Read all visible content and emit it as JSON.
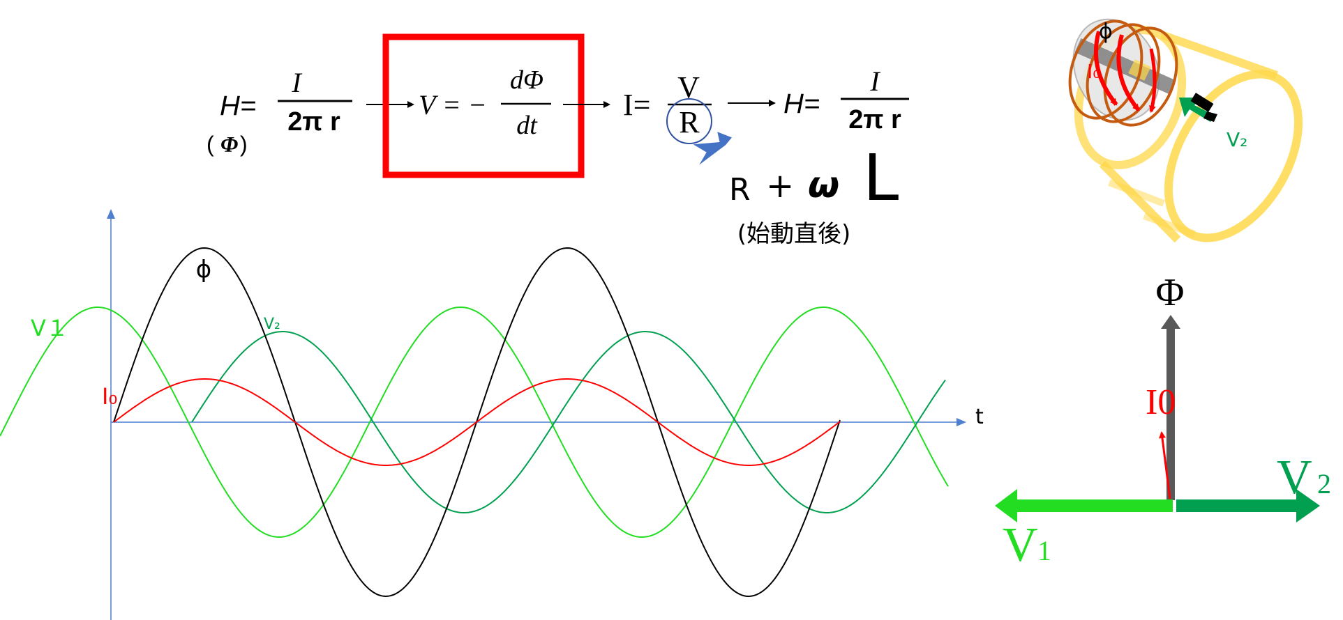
{
  "equations": {
    "h_left": {
      "lhs": "H=",
      "num": "I",
      "den": "2π r"
    },
    "phi_note": {
      "open": "(",
      "sym": "Φ",
      "close": ")"
    },
    "v_eq": {
      "lhs": "V = −",
      "num": "dΦ",
      "den": "dt"
    },
    "i_eq": {
      "lhs": "I=",
      "num": "V",
      "den": "R"
    },
    "h_right": {
      "lhs": "H=",
      "num": "I",
      "den": "2π r"
    },
    "impedance": {
      "r": "R",
      "plus": "+",
      "omega": "ω",
      "l": "L"
    },
    "note": "(始動直後)"
  },
  "waveform": {
    "t_label": "t",
    "phi_label": "ϕ",
    "v1_label": "V１",
    "v2_label": "V₂",
    "i0_label": "I₀"
  },
  "coil": {
    "phi_label": "ϕ",
    "i0_label": "I₀",
    "v2_label": "V₂"
  },
  "phasor": {
    "phi_label": "Φ",
    "i0_label": "I0",
    "v1_label": "V",
    "v1_sub": "1",
    "v2_label": "V",
    "v2_sub": "2"
  },
  "colors": {
    "red": "#ff0000",
    "black": "#000000",
    "v1_green": "#22dd22",
    "v2_green": "#00a050",
    "axis_blue": "#4f7fcf",
    "arrow_blue": "#4472c4",
    "coil_yellow": "#ffd84a",
    "coil_orange": "#c55a11",
    "phasor_gray": "#595959"
  }
}
